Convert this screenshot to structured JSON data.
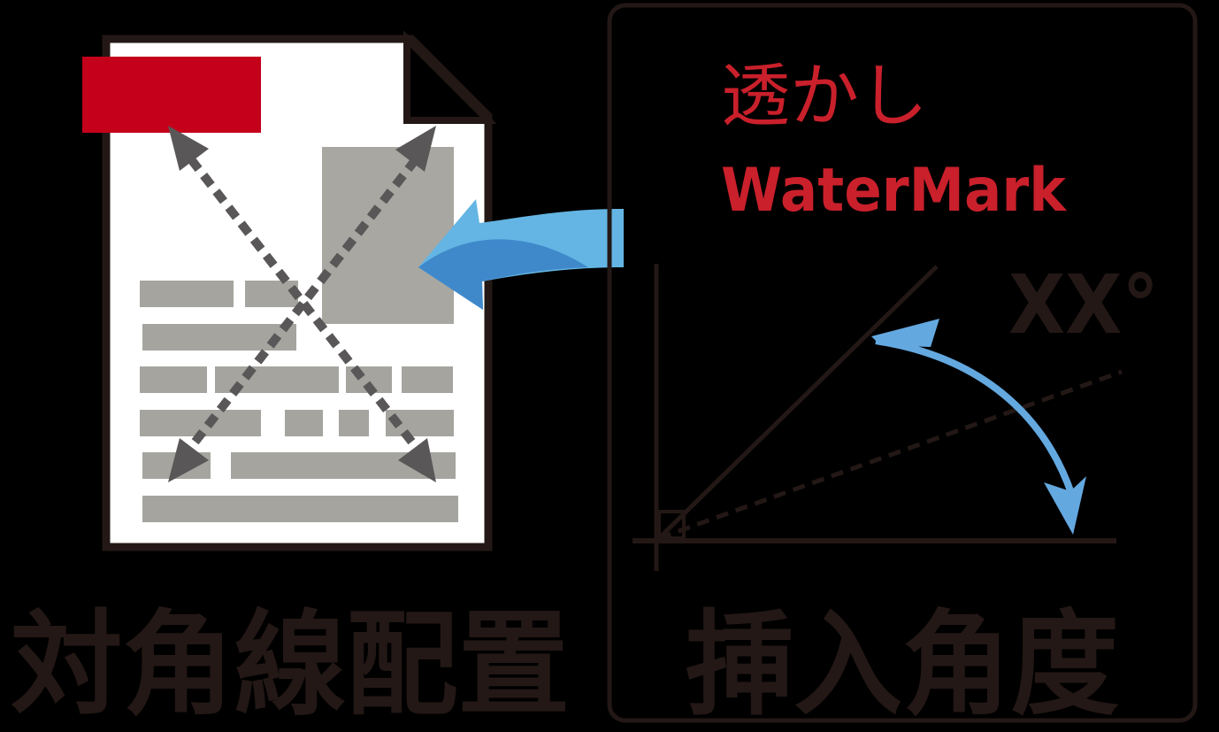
{
  "left_panel": {
    "caption": "対角線配置",
    "document_icon": "document-page-icon",
    "description": "diagonal placement of watermark across page"
  },
  "right_panel": {
    "title_jp": "透かし",
    "title_en": "WaterMark",
    "angle_label": "XX°",
    "caption": "挿入角度"
  },
  "colors": {
    "background": "#000000",
    "outline": "#231815",
    "page": "#ffffff",
    "watermark_red": "#c4001a",
    "title_red": "#c9202b",
    "text_block_gray": "#a5a49e",
    "arrow_gray": "#595757",
    "blue_light": "#64b5e3",
    "blue_dark": "#3f89cb",
    "angle_blue": "#64a8e0"
  }
}
